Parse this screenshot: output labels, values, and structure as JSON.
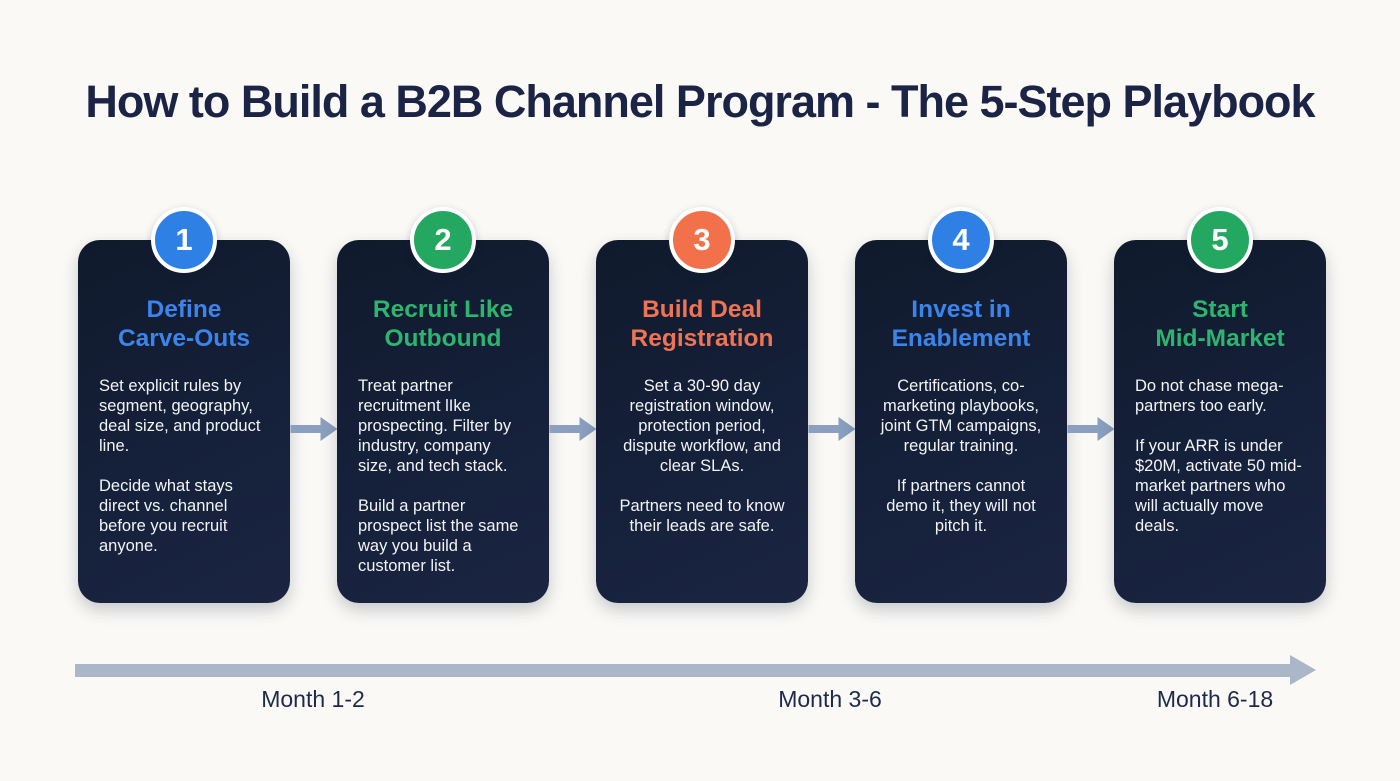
{
  "page": {
    "title": "How to Build a B2B Channel Program - The 5-Step Playbook",
    "background_color": "#faf9f6",
    "title_color": "#1c2446",
    "card_color": "#15203a"
  },
  "steps": [
    {
      "number": "1",
      "accent": "#2e80e4",
      "title_color": "#3d84ea",
      "title_line1": "Define",
      "title_line2": "Carve-Outs",
      "para1": "Set explicit rules by segment, geography, deal size, and product line.",
      "para2": "Decide what stays direct vs. channel before you recruit anyone."
    },
    {
      "number": "2",
      "accent": "#24a760",
      "title_color": "#2db46e",
      "title_line1": "Recruit Like",
      "title_line2": "Outbound",
      "para1": "Treat partner recruitment lIke prospecting. Filter by industry, company size, and tech stack.",
      "para2": "Build a partner prospect list the same way you build a customer list."
    },
    {
      "number": "3",
      "accent": "#f2714b",
      "title_color": "#ef7355",
      "title_line1": "Build Deal",
      "title_line2": "Registration",
      "para1": "Set a 30-90 day registration window, protection period, dispute workflow, and clear SLAs.",
      "para2": "Partners need to know their leads are safe."
    },
    {
      "number": "4",
      "accent": "#2e80e4",
      "title_color": "#3d84ea",
      "title_line1": "Invest in",
      "title_line2": "Enablement",
      "para1": "Certifications, co-marketing playbooks, joint GTM campaigns, regular training.",
      "para2": "If partners cannot demo it, they will not pitch it."
    },
    {
      "number": "5",
      "accent": "#24a760",
      "title_color": "#2db46e",
      "title_line1": "Start",
      "title_line2": "Mid-Market",
      "para1": "Do not chase mega-partners too early.",
      "para2": "If your ARR is under $20M, activate 50 mid-market partners who will actually move deals."
    }
  ],
  "timeline": {
    "arrow_color": "#a9b7c9",
    "labels": [
      "Month 1-2",
      "Month 3-6",
      "Month 6-18"
    ]
  }
}
